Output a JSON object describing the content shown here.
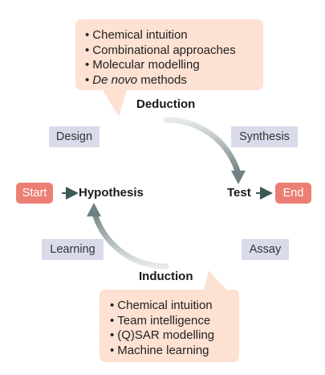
{
  "deduction": {
    "heading": "Deduction",
    "bullets": [
      "Chemical intuition",
      "Combinational approaches",
      "Molecular modelling"
    ],
    "italic_bullet": "De novo",
    "italic_bullet_rest": " methods"
  },
  "induction": {
    "heading": "Induction",
    "bullets": [
      "Chemical intuition",
      "Team intelligence",
      "(Q)SAR modelling",
      "Machine learning"
    ]
  },
  "stages": {
    "design": "Design",
    "synthesis": "Synthesis",
    "learning": "Learning",
    "assay": "Assay"
  },
  "nodes": {
    "start": "Start",
    "hypothesis": "Hypothesis",
    "test": "Test",
    "end": "End"
  },
  "bullet_symbol": "•",
  "colors": {
    "callout_fill": "#fde1d2",
    "stage_fill": "#d9dbeb",
    "pill_fill": "#ec7f73",
    "cycle_arrow": "#9aa6a6",
    "link_arrow": "#3b5a55"
  }
}
